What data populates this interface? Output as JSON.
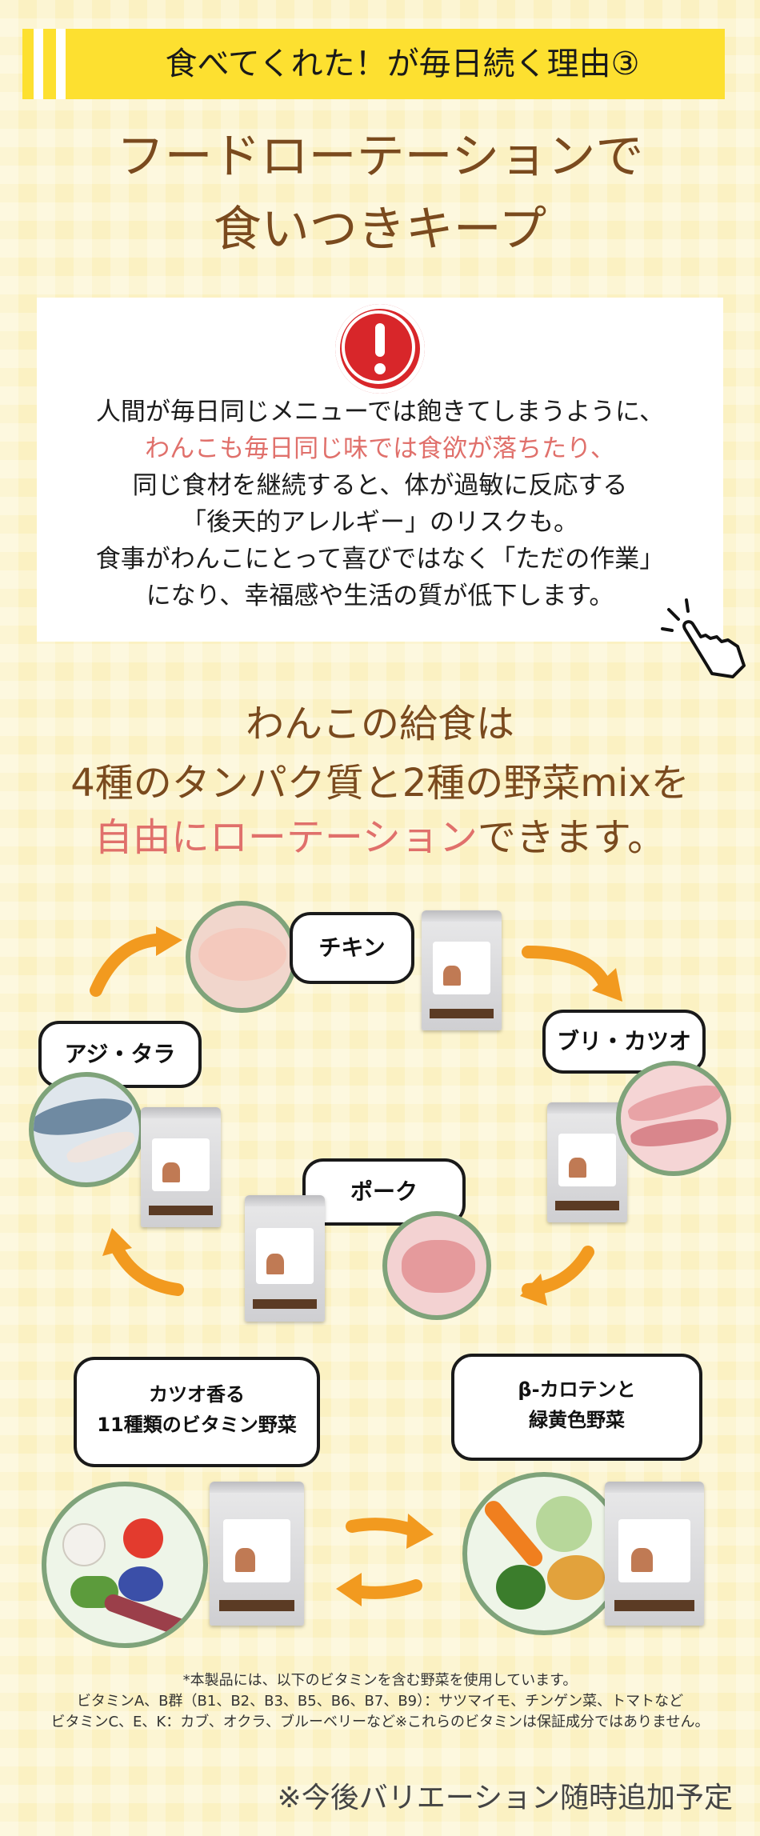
{
  "banner": {
    "text": "食べてくれた！が毎日続く理由③"
  },
  "title": {
    "line1": "フードローテーションで",
    "line2": "食いつきキープ"
  },
  "info": {
    "line1": "人間が毎日同じメニューでは飽きてしまうように、",
    "line2": "わんこも毎日同じ味では食欲が落ちたり、",
    "line3": "同じ食材を継続すると、体が過敏に反応する",
    "line4": "「後天的アレルギー」のリスクも。",
    "line5": "食事がわんこにとって喜びではなく「ただの作業」",
    "line6": "になり、幸福感や生活の質が低下します。"
  },
  "lead": {
    "line1": "わんこの給食は",
    "line2": "4種のタンパク質と2種の野菜mixを",
    "line3_accent": "自由にローテーション",
    "line3_rest": "できます。"
  },
  "foods": {
    "chicken": "チキン",
    "buri": "ブリ・カツオ",
    "aji": "アジ・タラ",
    "pork": "ポーク",
    "veg1_line1": "カツオ香る",
    "veg1_line2": "11種類のビタミン野菜",
    "veg2_line1": "β-カロテンと",
    "veg2_line2": "緑黄色野菜"
  },
  "notes": {
    "line1": "*本製品には、以下のビタミンを含む野菜を使用しています。",
    "line2": "ビタミンA、B群（B1、B2、B3、B5、B6、B7、B9）：サツマイモ、チンゲン菜、トマトなど",
    "line3": "ビタミンC、E、K：カブ、オクラ、ブルーベリーなど※これらのビタミンは保証成分ではありません。"
  },
  "footer": {
    "text": "※今後バリエーション随時追加予定"
  },
  "colors": {
    "background": "#fbf1c2",
    "banner": "#fde030",
    "brown": "#7a4a1e",
    "accent_pink": "#e0706b",
    "arrow": "#f29a1f",
    "circle_border": "#7fa37a"
  }
}
